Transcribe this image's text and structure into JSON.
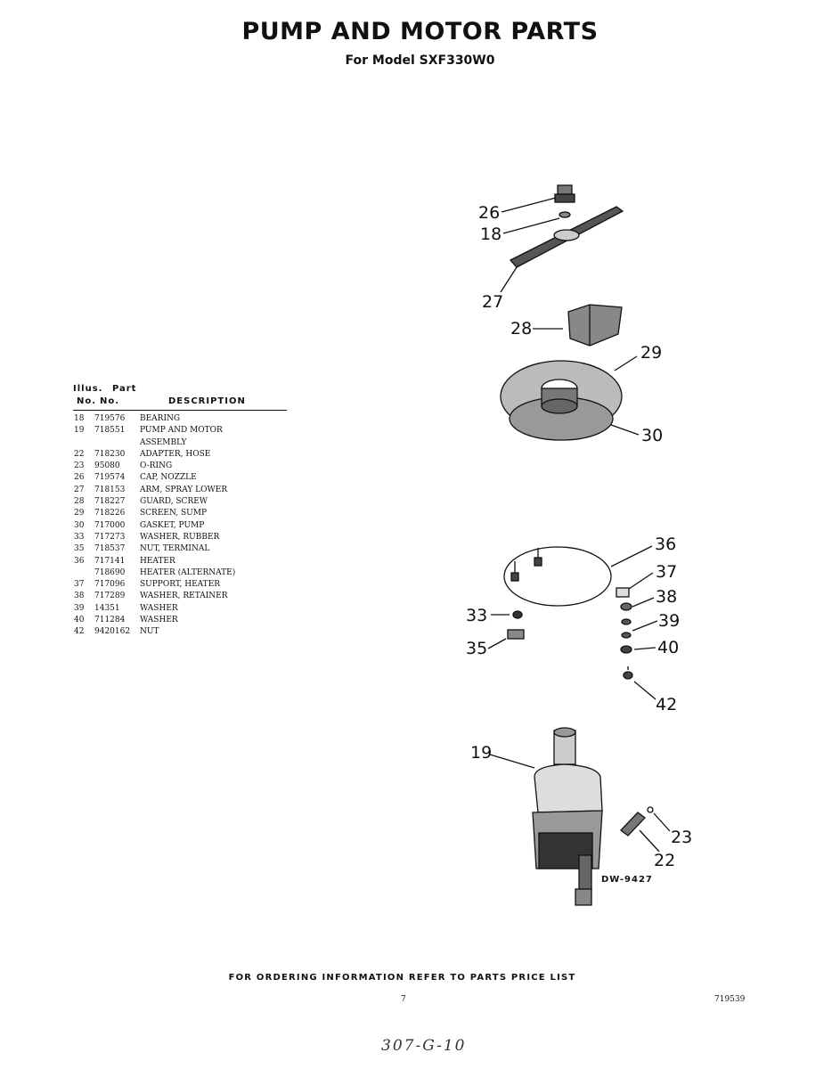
{
  "header": {
    "title": "PUMP AND MOTOR PARTS",
    "subtitle": "For Model SXF330W0"
  },
  "table": {
    "header_line1": [
      "Illus.",
      "Part"
    ],
    "header_line2": [
      "No.",
      "No.",
      "DESCRIPTION"
    ],
    "rows": [
      {
        "illus": "18",
        "part": "719576",
        "desc": "BEARING"
      },
      {
        "illus": "19",
        "part": "718551",
        "desc": "PUMP AND MOTOR"
      },
      {
        "illus": "",
        "part": "",
        "desc": "ASSEMBLY"
      },
      {
        "illus": "22",
        "part": "718230",
        "desc": "ADAPTER, HOSE"
      },
      {
        "illus": "23",
        "part": "95080",
        "desc": "O-RING"
      },
      {
        "illus": "26",
        "part": "719574",
        "desc": "CAP, NOZZLE"
      },
      {
        "illus": "27",
        "part": "718153",
        "desc": "ARM, SPRAY LOWER"
      },
      {
        "illus": "28",
        "part": "718227",
        "desc": "GUARD, SCREW"
      },
      {
        "illus": "29",
        "part": "718226",
        "desc": "SCREEN, SUMP"
      },
      {
        "illus": "30",
        "part": "717000",
        "desc": "GASKET, PUMP"
      },
      {
        "illus": "33",
        "part": "717273",
        "desc": "WASHER, RUBBER"
      },
      {
        "illus": "35",
        "part": "718537",
        "desc": "NUT, TERMINAL"
      },
      {
        "illus": "36",
        "part": "717141",
        "desc": "HEATER"
      },
      {
        "illus": "",
        "part": "718690",
        "desc": "HEATER (ALTERNATE)"
      },
      {
        "illus": "37",
        "part": "717096",
        "desc": "SUPPORT, HEATER"
      },
      {
        "illus": "38",
        "part": "717289",
        "desc": "WASHER, RETAINER"
      },
      {
        "illus": "39",
        "part": "14351",
        "desc": "WASHER"
      },
      {
        "illus": "40",
        "part": "711284",
        "desc": "WASHER"
      },
      {
        "illus": "42",
        "part": "9420162",
        "desc": "NUT"
      }
    ]
  },
  "callouts": {
    "c26": "26",
    "c18": "18",
    "c27": "27",
    "c28": "28",
    "c29": "29",
    "c30": "30",
    "c36": "36",
    "c37": "37",
    "c38": "38",
    "c33": "33",
    "c39": "39",
    "c35": "35",
    "c40": "40",
    "c42": "42",
    "c19": "19",
    "c23": "23",
    "c22": "22"
  },
  "drawing_code": "DW-9427",
  "footer": "FOR ORDERING INFORMATION REFER TO PARTS PRICE LIST",
  "page_number": "7",
  "document_number": "719539",
  "handwritten_note": "307-G-10"
}
